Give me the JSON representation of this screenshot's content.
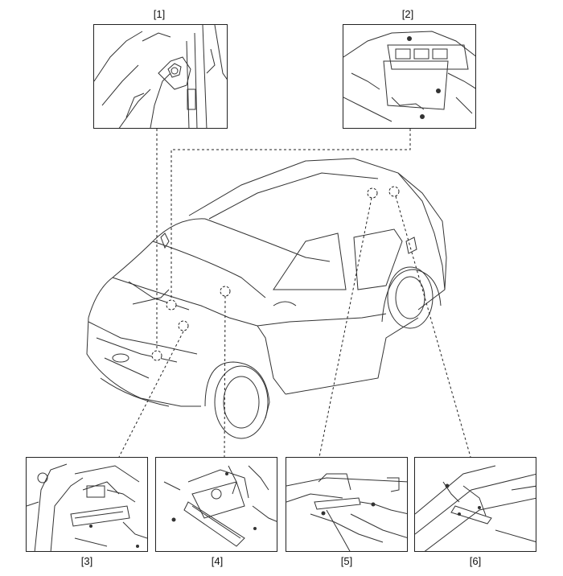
{
  "labels": {
    "l1": "[1]",
    "l2": "[2]",
    "l3": "[3]",
    "l4": "[4]",
    "l5": "[5]",
    "l6": "[6]"
  }
}
